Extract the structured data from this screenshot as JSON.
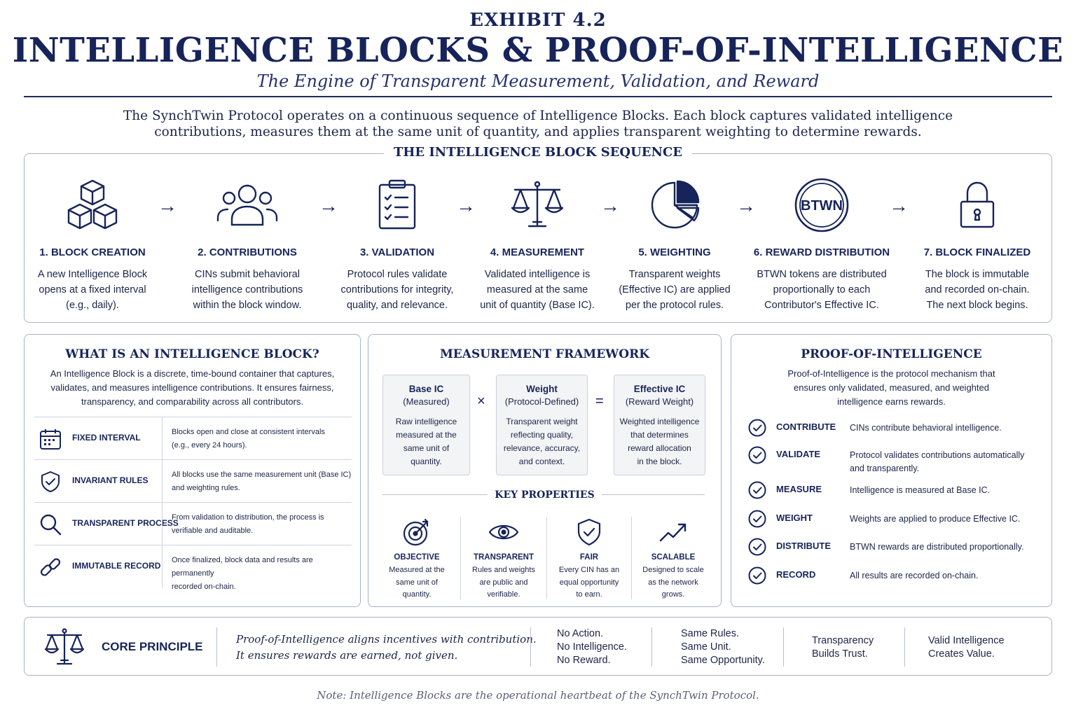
{
  "header": {
    "exhibit": "EXHIBIT 4.2",
    "title": "INTELLIGENCE BLOCKS & PROOF-OF-INTELLIGENCE",
    "subtitle": "The Engine of Transparent Measurement, Validation, and Reward",
    "intro_line1": "The SynchTwin Protocol operates on a continuous sequence of Intelligence Blocks. Each block captures validated intelligence",
    "intro_line2": "contributions, measures them at the same unit of quantity, and applies transparent weighting to determine rewards."
  },
  "sequence": {
    "title": "THE INTELLIGENCE BLOCK SEQUENCE",
    "arrow": "→",
    "steps": [
      {
        "title": "1. BLOCK CREATION",
        "desc1": "A new Intelligence Block",
        "desc2": "opens at a fixed interval",
        "desc3": "(e.g., daily).",
        "icon": "cubes-icon"
      },
      {
        "title": "2. CONTRIBUTIONS",
        "desc1": "CINs submit behavioral",
        "desc2": "intelligence contributions",
        "desc3": "within the block window.",
        "icon": "people-icon"
      },
      {
        "title": "3. VALIDATION",
        "desc1": "Protocol rules validate",
        "desc2": "contributions for integrity,",
        "desc3": "quality, and relevance.",
        "icon": "clipboard-check-icon"
      },
      {
        "title": "4. MEASUREMENT",
        "desc1": "Validated intelligence is",
        "desc2": "measured at the same",
        "desc3": "unit of quantity (Base IC).",
        "icon": "scale-icon"
      },
      {
        "title": "5. WEIGHTING",
        "desc1": "Transparent weights",
        "desc2": "(Effective IC) are applied",
        "desc3": "per the protocol rules.",
        "icon": "pie-chart-icon"
      },
      {
        "title": "6. REWARD DISTRIBUTION",
        "desc1": "BTWN tokens are distributed",
        "desc2": "proportionally to each",
        "desc3": "Contributor's Effective IC.",
        "icon": "btwn-token-icon",
        "token": "BTWN"
      },
      {
        "title": "7. BLOCK FINALIZED",
        "desc1": "The block is immutable",
        "desc2": "and recorded on-chain.",
        "desc3": "The next block begins.",
        "icon": "lock-icon"
      }
    ]
  },
  "what": {
    "title": "WHAT IS AN INTELLIGENCE BLOCK?",
    "desc1": "An Intelligence Block is a discrete, time-bound container that captures,",
    "desc2": "validates, and measures intelligence contributions. It ensures fairness,",
    "desc3": "transparency, and comparability across all contributors.",
    "rows": [
      {
        "label": "FIXED INTERVAL",
        "text1": "Blocks open and close at consistent intervals",
        "text2": "(e.g., every 24 hours).",
        "icon": "calendar-icon"
      },
      {
        "label": "INVARIANT RULES",
        "text1": "All blocks use the same measurement unit (Base IC)",
        "text2": "and weighting rules.",
        "icon": "shield-check-icon"
      },
      {
        "label": "TRANSPARENT PROCESS",
        "text1": "From validation to distribution, the process is",
        "text2": "verifiable and auditable.",
        "icon": "magnifier-icon"
      },
      {
        "label": "IMMUTABLE RECORD",
        "text1": "Once finalized, block data and results are permanently",
        "text2": "recorded on-chain.",
        "icon": "chain-link-icon"
      }
    ]
  },
  "framework": {
    "title": "MEASUREMENT FRAMEWORK",
    "times": "×",
    "equals": "=",
    "boxes": [
      {
        "head": "Base IC",
        "sub": "(Measured)",
        "d1": "Raw intelligence",
        "d2": "measured at the",
        "d3": "same unit of",
        "d4": "quantity."
      },
      {
        "head": "Weight",
        "sub": "(Protocol-Defined)",
        "d1": "Transparent weight",
        "d2": "reflecting quality,",
        "d3": "relevance, accuracy,",
        "d4": "and context."
      },
      {
        "head": "Effective IC",
        "sub": "(Reward Weight)",
        "d1": "Weighted intelligence",
        "d2": "that determines",
        "d3": "reward allocation",
        "d4": "in the block."
      }
    ],
    "key_title": "KEY PROPERTIES",
    "properties": [
      {
        "head": "OBJECTIVE",
        "d1": "Measured at the",
        "d2": "same unit of",
        "d3": "quantity.",
        "icon": "target-icon"
      },
      {
        "head": "TRANSPARENT",
        "d1": "Rules and weights",
        "d2": "are public and",
        "d3": "verifiable.",
        "icon": "eye-icon"
      },
      {
        "head": "FAIR",
        "d1": "Every CIN has an",
        "d2": "equal opportunity",
        "d3": "to earn.",
        "icon": "shield-check-icon"
      },
      {
        "head": "SCALABLE",
        "d1": "Designed to scale",
        "d2": "as the network",
        "d3": "grows.",
        "icon": "trend-up-icon"
      }
    ]
  },
  "poi": {
    "title": "PROOF-OF-INTELLIGENCE",
    "desc1": "Proof-of-Intelligence is the protocol mechanism that",
    "desc2": "ensures only validated, measured, and weighted",
    "desc3": "intelligence earns rewards.",
    "rows": [
      {
        "label": "CONTRIBUTE",
        "text1": "CINs contribute behavioral intelligence.",
        "text2": ""
      },
      {
        "label": "VALIDATE",
        "text1": "Protocol validates contributions automatically",
        "text2": "and transparently."
      },
      {
        "label": "MEASURE",
        "text1": "Intelligence is measured at Base IC.",
        "text2": ""
      },
      {
        "label": "WEIGHT",
        "text1": "Weights are applied to produce Effective IC.",
        "text2": ""
      },
      {
        "label": "DISTRIBUTE",
        "text1": "BTWN rewards are distributed proportionally.",
        "text2": ""
      },
      {
        "label": "RECORD",
        "text1": "All results are recorded on-chain.",
        "text2": ""
      }
    ]
  },
  "core": {
    "label": "CORE PRINCIPLE",
    "quote1": "Proof-of-Intelligence aligns incentives with contribution.",
    "quote2": "It ensures rewards are earned, not given.",
    "s1": [
      "No Action.",
      "No Intelligence.",
      "No Reward."
    ],
    "s2": [
      "Same Rules.",
      "Same Unit.",
      "Same Opportunity."
    ],
    "s3": [
      "Transparency",
      "Builds Trust."
    ],
    "s4": [
      "Valid Intelligence",
      "Creates Value."
    ]
  },
  "note": "Note: Intelligence Blocks are the operational heartbeat of the SynchTwin Protocol."
}
